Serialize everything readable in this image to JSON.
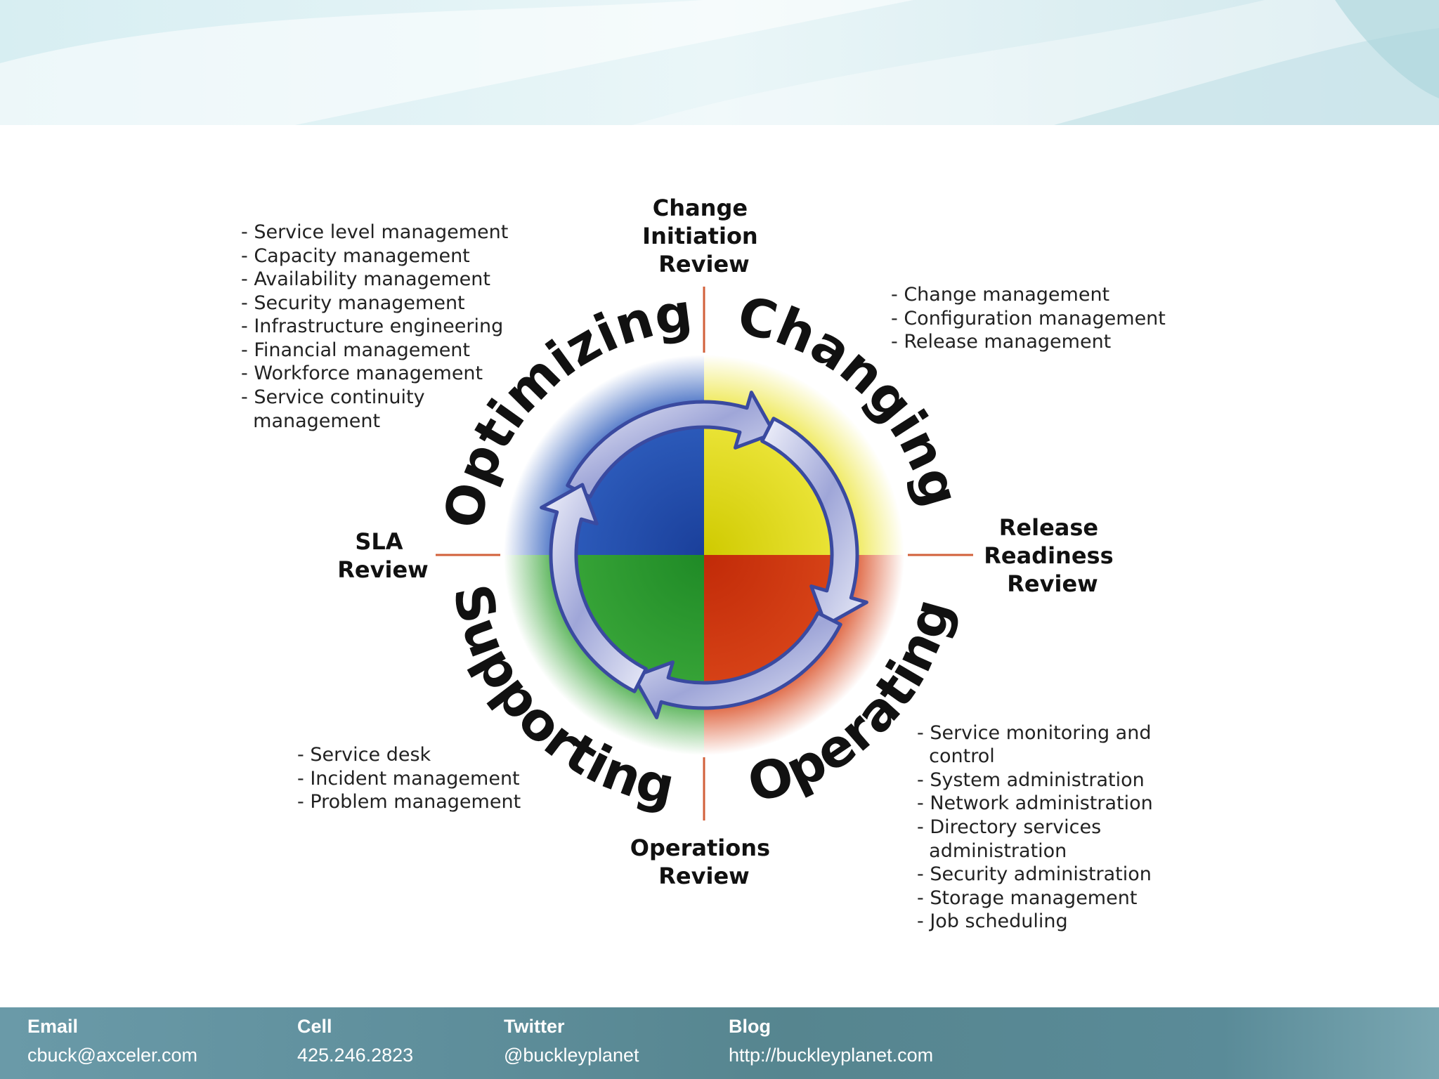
{
  "diagram": {
    "reviews": {
      "top": [
        "Change",
        "Initiation",
        "Review"
      ],
      "right": [
        "Release",
        "Readiness",
        "Review"
      ],
      "bottom": [
        "Operations",
        "Review"
      ],
      "left": [
        "SLA",
        "Review"
      ]
    },
    "quadrants": [
      {
        "id": "optimizing",
        "label": "Optimizing",
        "color": "#2b5bb8"
      },
      {
        "id": "changing",
        "label": "Changing",
        "color": "#e6e000"
      },
      {
        "id": "operating",
        "label": "Operating",
        "color": "#d13a10"
      },
      {
        "id": "supporting",
        "label": "Supporting",
        "color": "#2e9a2e"
      }
    ],
    "functions": {
      "optimizing": [
        "- Service level management",
        "- Capacity management",
        "- Availability management",
        "- Security management",
        "- Infrastructure engineering",
        "- Financial management",
        "- Workforce management",
        "- Service continuity",
        "  management"
      ],
      "changing": [
        "- Change management",
        "- Configuration management",
        "- Release management"
      ],
      "operating": [
        "- Service monitoring and",
        "  control",
        "- System administration",
        "- Network administration",
        "- Directory services",
        "  administration",
        "- Security administration",
        "- Storage management",
        "- Job scheduling"
      ],
      "supporting": [
        "- Service desk",
        "- Incident management",
        "- Problem management"
      ]
    },
    "divider_color": "#d2603a",
    "arrow_color": "#3a4aa0"
  },
  "footer": {
    "email_label": "Email",
    "email_value": "cbuck@axceler.com",
    "cell_label": "Cell",
    "cell_value": "425.246.2823",
    "twitter_label": "Twitter",
    "twitter_value": "@buckleyplanet",
    "blog_label": "Blog",
    "blog_value": "http://buckleyplanet.com"
  }
}
